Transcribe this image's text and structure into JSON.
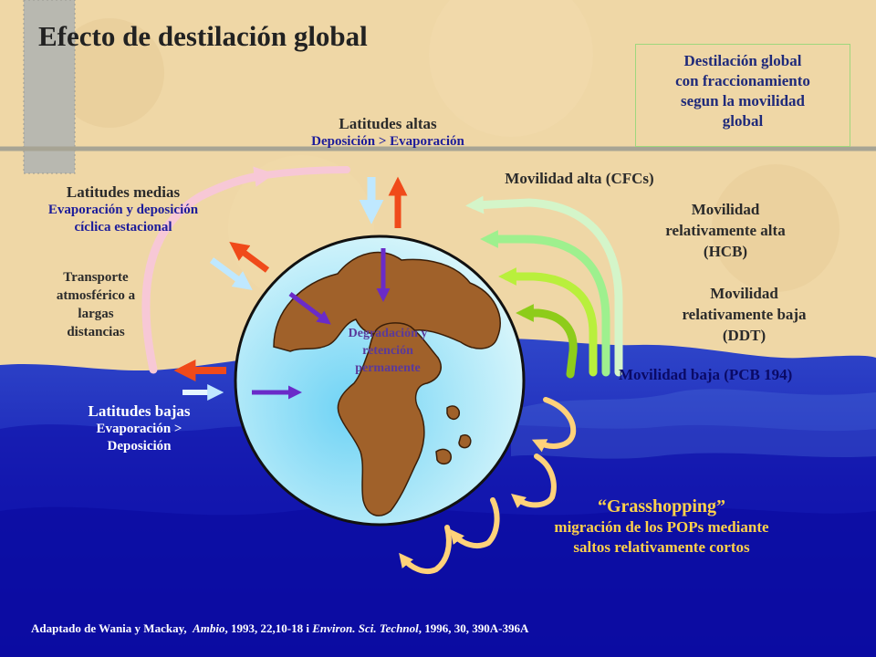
{
  "title": "Efecto de destilación global",
  "box": {
    "lines": [
      "Destilación global",
      "con fraccionamiento",
      "segun la movilidad",
      "global"
    ]
  },
  "high_latitudes": {
    "heading": "Latitudes altas",
    "detail": "Deposición > Evaporación"
  },
  "mid_latitudes": {
    "heading": "Latitudes medias",
    "detail_lines": [
      "Evaporación y deposición",
      "cíclica estacional"
    ]
  },
  "transport": {
    "lines": [
      "Transporte",
      "atmosférico a",
      "largas",
      "distancias"
    ]
  },
  "low_latitudes": {
    "heading": "Latitudes bajas",
    "detail_lines": [
      "Evaporación >",
      "Deposición"
    ]
  },
  "globe_label": {
    "lines": [
      "Degradación y",
      "retención",
      "permanente"
    ]
  },
  "mobility": {
    "high": "Movilidad alta (CFCs)",
    "rel_high": [
      "Movilidad",
      "relativamente alta",
      "(HCB)"
    ],
    "rel_low": [
      "Movilidad",
      "relativamente baja",
      "(DDT)"
    ],
    "low": "Movilidad baja (PCB 194)"
  },
  "grasshopping": {
    "heading": "“Grasshopping”",
    "lines": [
      "migración de los POPs mediante",
      "saltos relativamente cortos"
    ]
  },
  "credit": {
    "prefix": "Adaptado de Wania y Mackay,",
    "journal1": "Ambio",
    "middle": ", 1993, 22,10-18 i",
    "journal2": "Environ. Sci. Technol",
    "suffix": ", 1996, 30, 390A-396A"
  },
  "colors": {
    "background": "#efd7a6",
    "sea_dark": "#1414b4",
    "globe": "#bfeefa",
    "continent": "#a0612a",
    "red_arrow": "#f04a1a",
    "purple_arrow": "#6a2bc8",
    "cfc_arrow": "#d4f5c9",
    "hcb_arrow": "#9ef08e",
    "ddt_arrow": "#b9ef3c",
    "pcb_arrow": "#8ecc1a",
    "hop_arrow": "#ffd27a"
  }
}
